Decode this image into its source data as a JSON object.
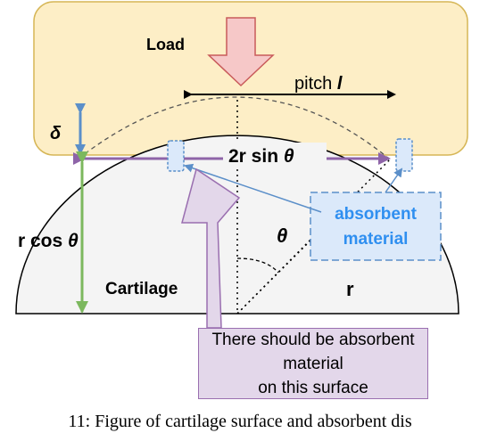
{
  "labels": {
    "load": "Load",
    "pitch_prefix": "pitch ",
    "pitch_var": "l",
    "delta": "δ",
    "chord_prefix": "2r sin ",
    "chord_var": "θ",
    "rcos_prefix": "r cos ",
    "rcos_var": "θ",
    "theta": "θ",
    "radius": "r",
    "cartilage": "Cartilage",
    "absorbent_line1": "absorbent",
    "absorbent_line2": "material"
  },
  "caption_box": {
    "line1": "There should be absorbent material",
    "line2": "on this surface"
  },
  "figure_caption": "11: Figure of cartilage surface and absorbent dis",
  "colors": {
    "load_fill": "#fdeec6",
    "load_stroke": "#d6b656",
    "cartilage_fill": "#f4f4f4",
    "load_arrow_fill": "#f6c8c8",
    "load_arrow_stroke": "#c85a5a",
    "delta_arrow": "#5b8fc9",
    "chord_arrow": "#8e64a8",
    "rcos_arrow": "#7cb85e",
    "absorbent_fill": "#dbe9fa",
    "absorbent_stroke": "#5b8fc9",
    "absorbent_text": "#2f8ff0",
    "callout_fill": "#e3d7ea",
    "callout_stroke": "#9a6fb0"
  }
}
